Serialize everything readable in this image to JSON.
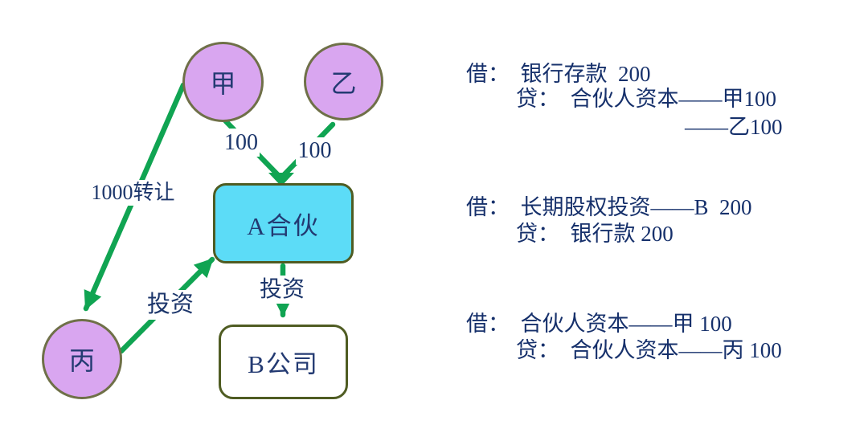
{
  "diagram": {
    "nodes": {
      "jia": {
        "label": "甲"
      },
      "yi": {
        "label": "乙"
      },
      "bing": {
        "label": "丙"
      },
      "a_partnership": {
        "label": "A合伙"
      },
      "b_company": {
        "label": "B公司"
      }
    },
    "edge_labels": {
      "jia_amount": "100",
      "yi_amount": "100",
      "transfer": "1000转让",
      "bing_invest": "投资",
      "a_invest": "投资"
    }
  },
  "journal_entries": {
    "entry1": {
      "debit": "借：  银行存款  200",
      "credit": "贷：  合伙人资本——甲100",
      "credit2": "——乙100"
    },
    "entry2": {
      "debit": "借：  长期股权投资——B  200",
      "credit": "贷：  银行款 200"
    },
    "entry3": {
      "debit": "借：  合伙人资本——甲 100",
      "credit": "贷：  合伙人资本——丙 100"
    }
  },
  "colors": {
    "arrow_green": "#10a452",
    "node_purple": "#d9a6f0",
    "partnership_cyan": "#5cdcf7",
    "text_navy": "#1c366b",
    "box_border_olive": "#4f5c22",
    "circle_border_olive": "#6f7048",
    "background": "#ffffff"
  }
}
